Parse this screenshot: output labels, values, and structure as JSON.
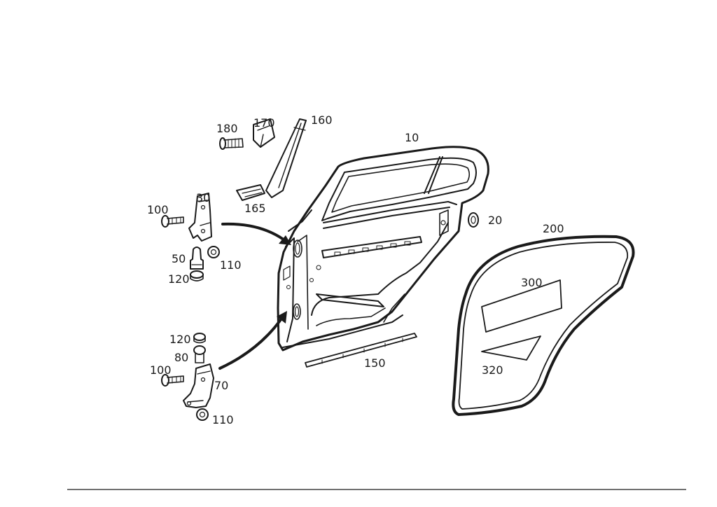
{
  "labels": {
    "door_shell": "10",
    "grommet": "20",
    "upper_hinge": "30",
    "hinge_pin_upper": "50",
    "lower_hinge": "70",
    "hinge_pin_lower": "80",
    "hinge_bolt_upper": "100",
    "hinge_bolt_lower": "100",
    "nut_upper": "110",
    "nut_lower": "110",
    "bushing_upper": "120",
    "bushing_lower": "120",
    "sill_strip": "150",
    "window_trim": "160",
    "trim_piece": "165",
    "clip": "170",
    "screw": "180",
    "door_seal": "200",
    "pad_large": "300",
    "pad_small": "320"
  }
}
